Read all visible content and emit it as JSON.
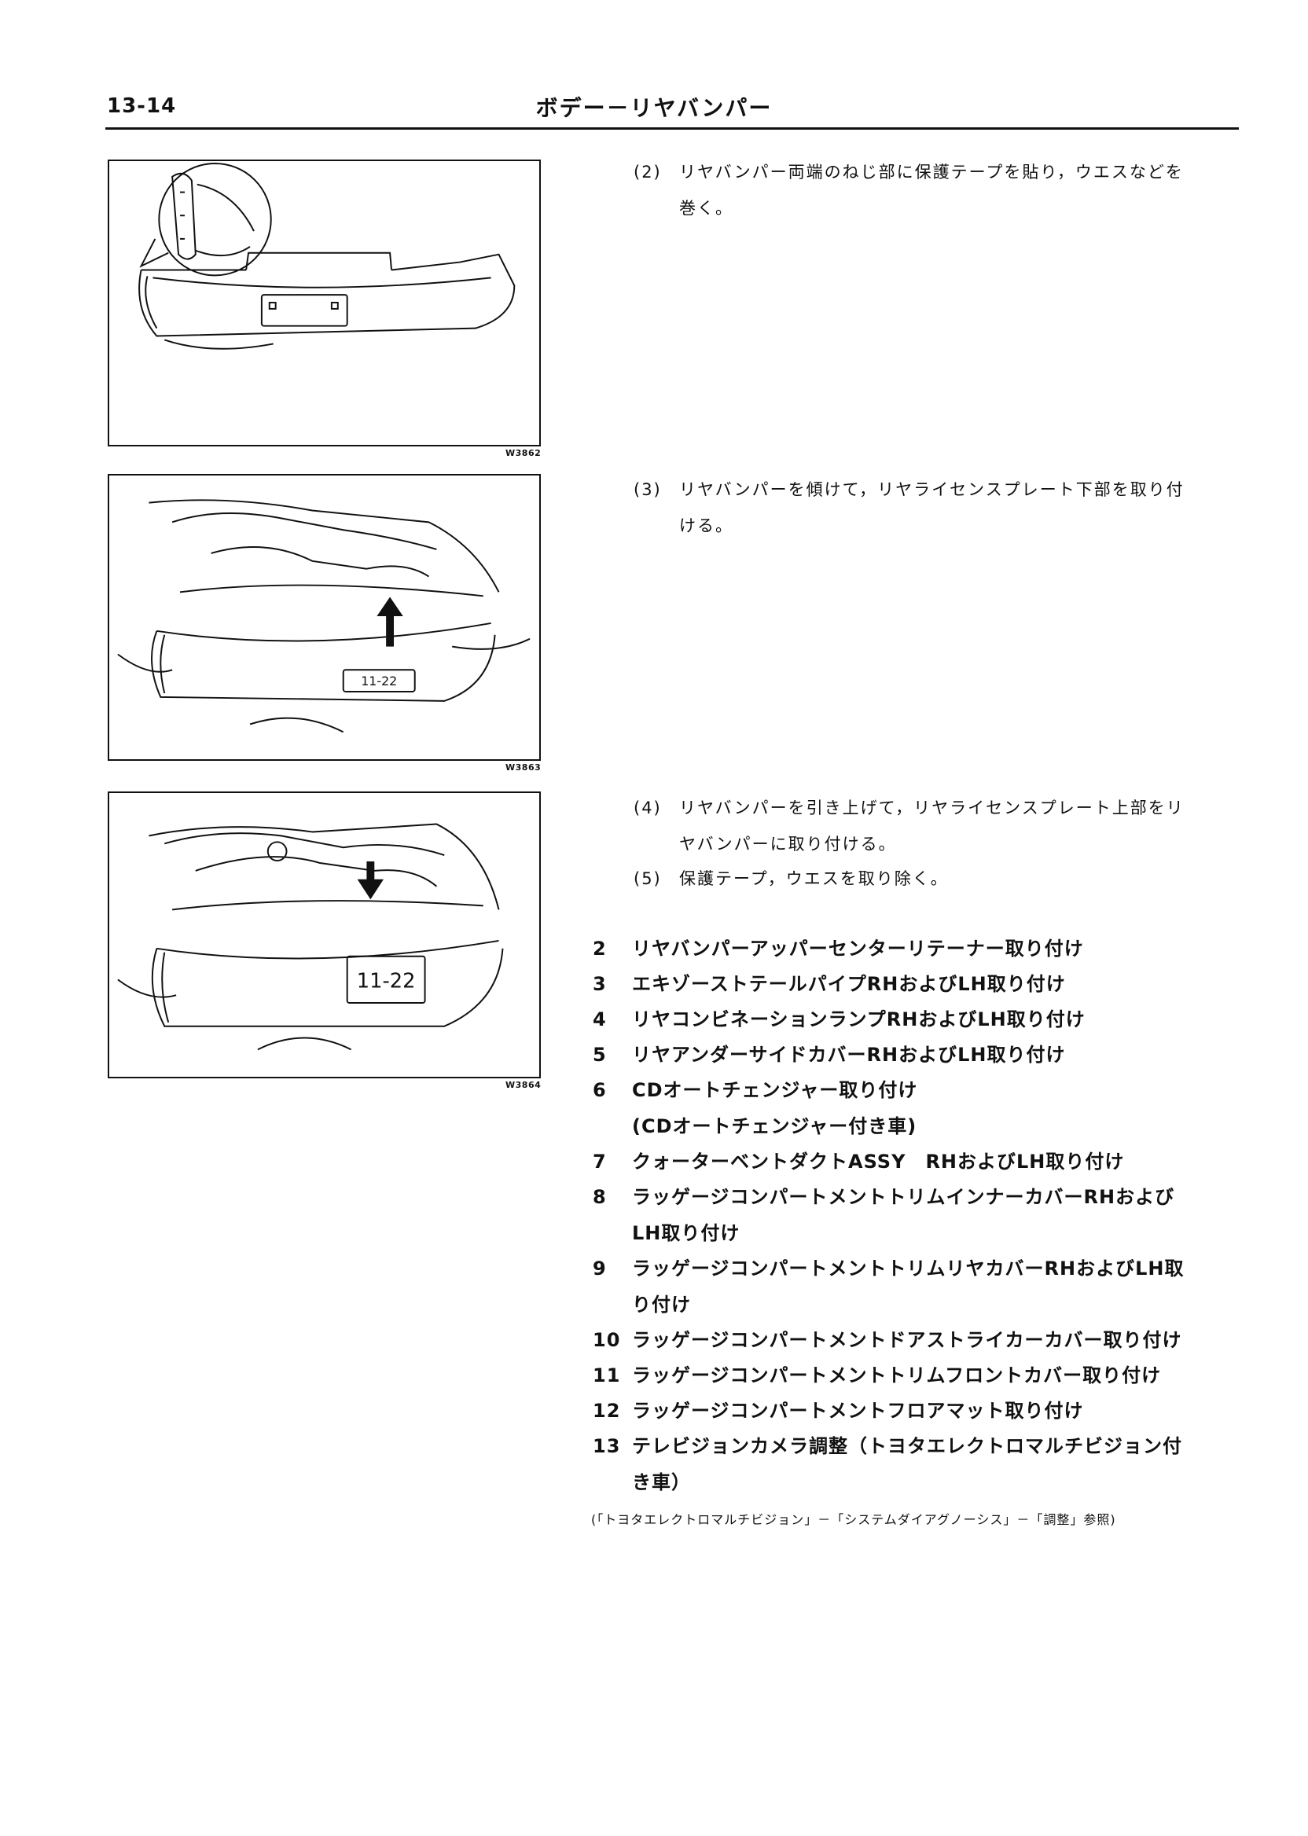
{
  "header": {
    "page_number": "13-14",
    "title": "ボデー－リヤバンパー"
  },
  "figures": [
    {
      "code": "W3862"
    },
    {
      "code": "W3863"
    },
    {
      "code": "W3864"
    }
  ],
  "figure_labels": {
    "plate_3863": "11-22",
    "plate_3864": "11-22"
  },
  "steps": [
    {
      "num": "(2)",
      "lines": [
        "リヤバンパー両端のねじ部に保護テープを貼り，ウエスなどを",
        "巻く。"
      ]
    },
    {
      "num": "(3)",
      "lines": [
        "リヤバンパーを傾けて，リヤライセンスプレート下部を取り付",
        "ける。"
      ]
    },
    {
      "num": "(4)",
      "lines": [
        "リヤバンパーを引き上げて，リヤライセンスプレート上部をリ",
        "ヤバンパーに取り付ける。"
      ]
    },
    {
      "num": "(5)",
      "lines": [
        "保護テープ，ウエスを取り除く。"
      ]
    }
  ],
  "items": [
    {
      "num": "2",
      "lines": [
        "リヤバンパーアッパーセンターリテーナー取り付け"
      ]
    },
    {
      "num": "3",
      "lines": [
        "エキゾーストテールパイプRHおよびLH取り付け"
      ]
    },
    {
      "num": "4",
      "lines": [
        "リヤコンビネーションランプRHおよびLH取り付け"
      ]
    },
    {
      "num": "5",
      "lines": [
        "リヤアンダーサイドカバーRHおよびLH取り付け"
      ]
    },
    {
      "num": "6",
      "lines": [
        "CDオートチェンジャー取り付け",
        "(CDオートチェンジャー付き車)"
      ]
    },
    {
      "num": "7",
      "lines": [
        "クォーターベントダクトASSY　RHおよびLH取り付け"
      ]
    },
    {
      "num": "8",
      "lines": [
        "ラッゲージコンパートメントトリムインナーカバーRHおよび",
        "LH取り付け"
      ]
    },
    {
      "num": "9",
      "lines": [
        "ラッゲージコンパートメントトリムリヤカバーRHおよびLH取",
        "り付け"
      ]
    },
    {
      "num": "10",
      "lines": [
        "ラッゲージコンパートメントドアストライカーカバー取り付け"
      ]
    },
    {
      "num": "11",
      "lines": [
        "ラッゲージコンパートメントトリムフロントカバー取り付け"
      ]
    },
    {
      "num": "12",
      "lines": [
        "ラッゲージコンパートメントフロアマット取り付け"
      ]
    },
    {
      "num": "13",
      "lines": [
        "テレビジョンカメラ調整（トヨタエレクトロマルチビジョン付",
        "き車）"
      ]
    }
  ],
  "footnote": "(「トヨタエレクトロマルチビジョン」－「システムダイアグノーシス」－「調整」参照)"
}
